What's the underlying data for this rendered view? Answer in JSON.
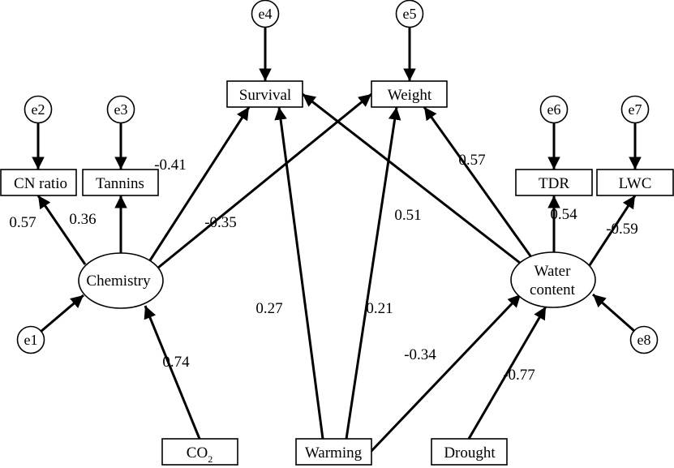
{
  "title": "Structural equation model diagram",
  "nodes": {
    "e1": {
      "label": "e1",
      "kind": "error"
    },
    "e2": {
      "label": "e2",
      "kind": "error"
    },
    "e3": {
      "label": "e3",
      "kind": "error"
    },
    "e4": {
      "label": "e4",
      "kind": "error"
    },
    "e5": {
      "label": "e5",
      "kind": "error"
    },
    "e6": {
      "label": "e6",
      "kind": "error"
    },
    "e7": {
      "label": "e7",
      "kind": "error"
    },
    "e8": {
      "label": "e8",
      "kind": "error"
    },
    "cn_ratio": {
      "label": "CN ratio",
      "kind": "observed"
    },
    "tannins": {
      "label": "Tannins",
      "kind": "observed"
    },
    "survival": {
      "label": "Survival",
      "kind": "observed"
    },
    "weight": {
      "label": "Weight",
      "kind": "observed"
    },
    "tdr": {
      "label": "TDR",
      "kind": "observed"
    },
    "lwc": {
      "label": "LWC",
      "kind": "observed"
    },
    "co2": {
      "label": "CO",
      "subscript": "2",
      "kind": "observed"
    },
    "warming": {
      "label": "Warming",
      "kind": "observed"
    },
    "drought": {
      "label": "Drought",
      "kind": "observed"
    },
    "chemistry": {
      "label": "Chemistry",
      "kind": "latent"
    },
    "water_content": {
      "label_line1": "Water",
      "label_line2": "content",
      "kind": "latent"
    }
  },
  "paths": [
    {
      "from": "e1",
      "to": "chemistry",
      "coef": ""
    },
    {
      "from": "e2",
      "to": "cn_ratio",
      "coef": ""
    },
    {
      "from": "e3",
      "to": "tannins",
      "coef": ""
    },
    {
      "from": "e4",
      "to": "survival",
      "coef": ""
    },
    {
      "from": "e5",
      "to": "weight",
      "coef": ""
    },
    {
      "from": "e6",
      "to": "tdr",
      "coef": ""
    },
    {
      "from": "e7",
      "to": "lwc",
      "coef": ""
    },
    {
      "from": "e8",
      "to": "water_content",
      "coef": ""
    },
    {
      "from": "chemistry",
      "to": "cn_ratio",
      "coef": "0.57"
    },
    {
      "from": "chemistry",
      "to": "tannins",
      "coef": "0.36"
    },
    {
      "from": "chemistry",
      "to": "survival",
      "coef": "-0.41"
    },
    {
      "from": "chemistry",
      "to": "weight",
      "coef": "-0.35"
    },
    {
      "from": "co2",
      "to": "chemistry",
      "coef": "0.74"
    },
    {
      "from": "warming",
      "to": "survival",
      "coef": "0.27"
    },
    {
      "from": "warming",
      "to": "weight",
      "coef": "0.21"
    },
    {
      "from": "warming",
      "to": "water_content",
      "coef": "-0.34"
    },
    {
      "from": "drought",
      "to": "water_content",
      "coef": "-0.77"
    },
    {
      "from": "water_content",
      "to": "survival",
      "coef": "0.51"
    },
    {
      "from": "water_content",
      "to": "weight",
      "coef": "0.57"
    },
    {
      "from": "water_content",
      "to": "tdr",
      "coef": "0.54"
    },
    {
      "from": "water_content",
      "to": "lwc",
      "coef": "-0.59"
    }
  ]
}
